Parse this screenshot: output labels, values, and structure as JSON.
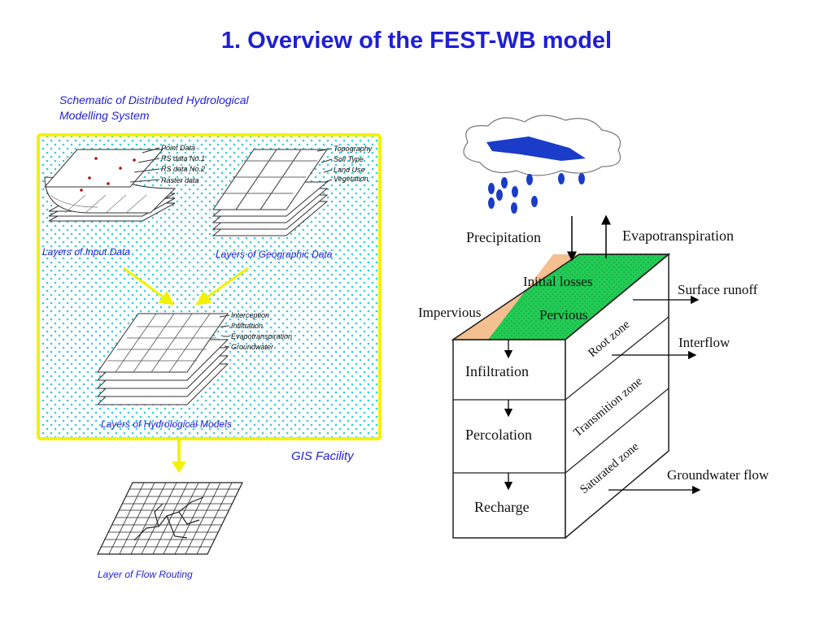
{
  "title": "1. Overview of the FEST-WB model",
  "left": {
    "heading_line1": "Schematic of Distributed Hydrological",
    "heading_line2": "Modelling System",
    "input_layers": [
      "Point Data",
      "RS data No.1",
      "RS data No.2",
      "Raster data"
    ],
    "geo_layers": [
      "Topography",
      "Soil Type",
      "Land Use",
      "Vegetation"
    ],
    "hydro_layers": [
      "Interception",
      "Infiltration",
      "Evapotranspiration",
      "Groundwater"
    ],
    "caption_input": "Layers of Input Data",
    "caption_geo": "Layers of Geographic Data",
    "caption_hydro": "Layers of Hydrological Models",
    "gis_label": "GIS Facility",
    "caption_flow": "Layer of Flow Routing"
  },
  "right": {
    "precipitation": "Precipitation",
    "evapotranspiration": "Evapotranspiration",
    "initial_losses": "Initial losses",
    "surface_runoff": "Surface runoff",
    "impervious": "Impervious",
    "pervious": "Pervious",
    "root_zone": "Root zone",
    "interflow": "Interflow",
    "infiltration": "Infiltration",
    "transmition_zone": "Transmition zone",
    "percolation": "Percolation",
    "saturated_zone": "Saturated zone",
    "groundwater_flow": "Groundwater flow",
    "recharge": "Recharge"
  },
  "colors": {
    "title": "#1f1fd6",
    "gis_border": "#f2f200",
    "dot_fill": "#33ccdd",
    "pervious": "#22cc55",
    "impervious": "#f5c090",
    "rain": "#1a3cc8"
  }
}
